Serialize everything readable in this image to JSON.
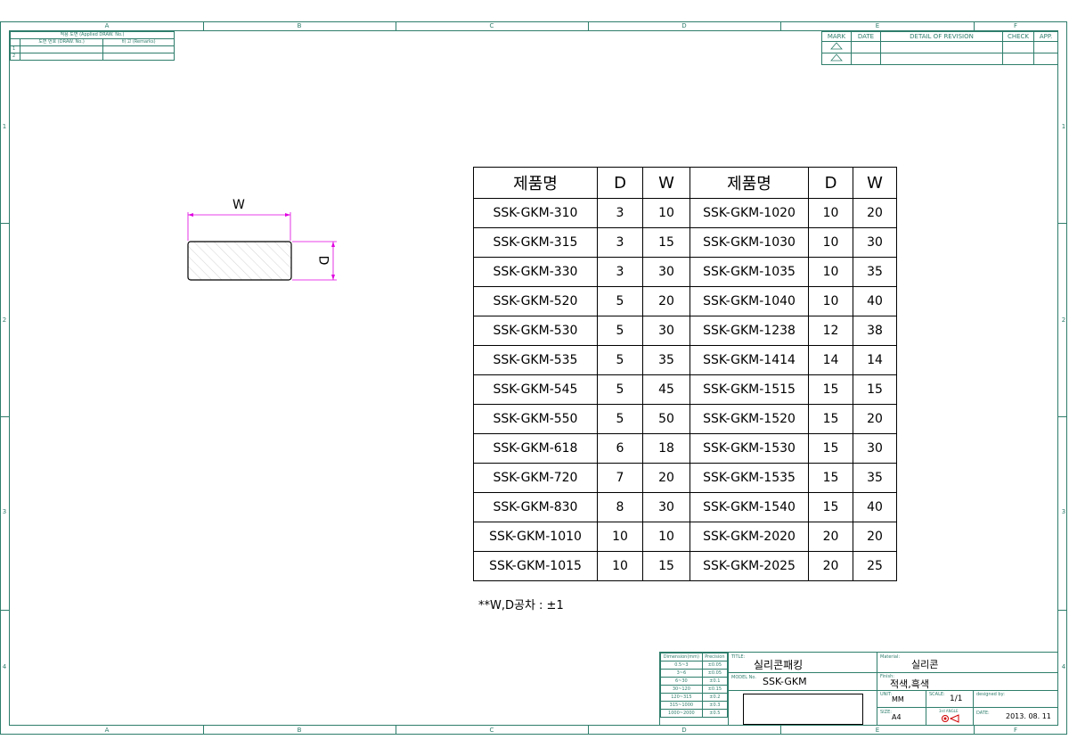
{
  "frame": {
    "columns": [
      "A",
      "B",
      "C",
      "D",
      "E",
      "F"
    ],
    "rows": [
      "1",
      "2",
      "3",
      "4"
    ]
  },
  "applied_drawing": {
    "title": "적용 도면 (Applied DRAW. No.)",
    "col1": "도면 번호 (DRAW. No.)",
    "col2": "비 고 (Remarks)",
    "row_numbers": [
      "1",
      "2"
    ]
  },
  "revision": {
    "headers": [
      "MARK",
      "DATE",
      "DETAIL OF REVISION",
      "CHECK",
      "APP."
    ]
  },
  "sketch": {
    "width_label": "W",
    "depth_label": "D"
  },
  "product_table": {
    "headers": [
      "제품명",
      "D",
      "W",
      "제품명",
      "D",
      "W"
    ],
    "rows": [
      [
        "SSK-GKM-310",
        "3",
        "10",
        "SSK-GKM-1020",
        "10",
        "20"
      ],
      [
        "SSK-GKM-315",
        "3",
        "15",
        "SSK-GKM-1030",
        "10",
        "30"
      ],
      [
        "SSK-GKM-330",
        "3",
        "30",
        "SSK-GKM-1035",
        "10",
        "35"
      ],
      [
        "SSK-GKM-520",
        "5",
        "20",
        "SSK-GKM-1040",
        "10",
        "40"
      ],
      [
        "SSK-GKM-530",
        "5",
        "30",
        "SSK-GKM-1238",
        "12",
        "38"
      ],
      [
        "SSK-GKM-535",
        "5",
        "35",
        "SSK-GKM-1414",
        "14",
        "14"
      ],
      [
        "SSK-GKM-545",
        "5",
        "45",
        "SSK-GKM-1515",
        "15",
        "15"
      ],
      [
        "SSK-GKM-550",
        "5",
        "50",
        "SSK-GKM-1520",
        "15",
        "20"
      ],
      [
        "SSK-GKM-618",
        "6",
        "18",
        "SSK-GKM-1530",
        "15",
        "30"
      ],
      [
        "SSK-GKM-720",
        "7",
        "20",
        "SSK-GKM-1535",
        "15",
        "35"
      ],
      [
        "SSK-GKM-830",
        "8",
        "30",
        "SSK-GKM-1540",
        "15",
        "40"
      ],
      [
        "SSK-GKM-1010",
        "10",
        "10",
        "SSK-GKM-2020",
        "20",
        "20"
      ],
      [
        "SSK-GKM-1015",
        "10",
        "15",
        "SSK-GKM-2025",
        "20",
        "25"
      ]
    ]
  },
  "tolerance_note": "**W,D공차 : ±1",
  "title_block": {
    "tolerance_headers": [
      "Dimension(mm)",
      "Precision"
    ],
    "tolerance_rows": [
      [
        "0.5~3",
        "±0.05"
      ],
      [
        "3~6",
        "±0.05"
      ],
      [
        "6~30",
        "±0.1"
      ],
      [
        "30~120",
        "±0.15"
      ],
      [
        "120~315",
        "±0.2"
      ],
      [
        "315~1000",
        "±0.3"
      ],
      [
        "1000~2000",
        "±0.5"
      ]
    ],
    "title_label": "TITLE:",
    "title_value": "실리콘패킹",
    "model_label": "MODEL No.",
    "model_value": "SSK-GKM",
    "material_label": "Material:",
    "material_value": "실리콘",
    "finish_label": "Finish:",
    "finish_value": "적색,흑색",
    "unit_label": "UNIT:",
    "unit_value": "MM",
    "scale_label": "SCALE:",
    "scale_value": "1/1",
    "designed_label": "designed by:",
    "size_label": "SIZE:",
    "size_value": "A4",
    "projection_label": "3rd ANGLE",
    "date_label": "DATE:",
    "date_value": "2013. 08. 11"
  }
}
